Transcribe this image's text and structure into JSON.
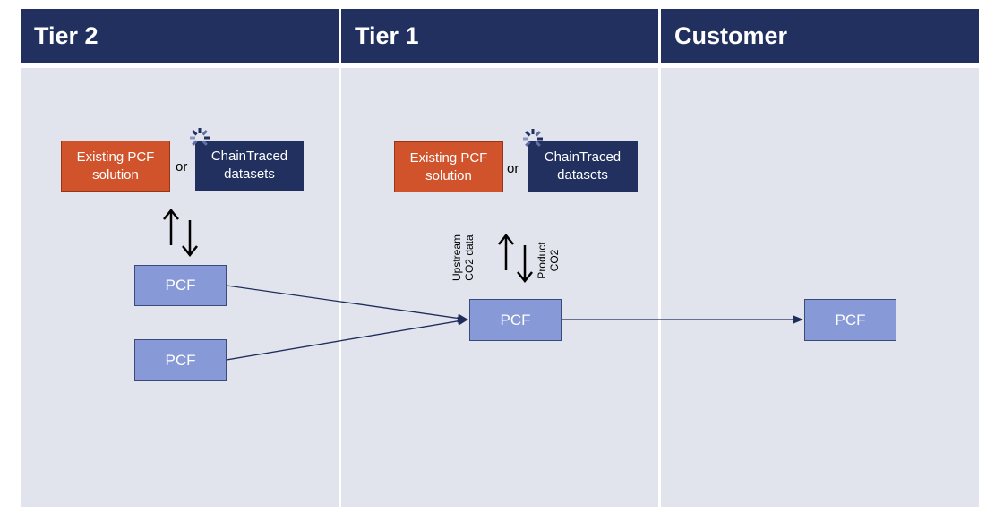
{
  "tiers": [
    {
      "title": "Tier 2"
    },
    {
      "title": "Tier 1"
    },
    {
      "title": "Customer"
    }
  ],
  "tier2": {
    "existing_label": "Existing PCF solution",
    "or_label": "or",
    "chaintraced_label": "ChainTraced datasets",
    "pcf_top": "PCF",
    "pcf_bottom": "PCF"
  },
  "tier1": {
    "existing_label": "Existing PCF solution",
    "or_label": "or",
    "chaintraced_label": "ChainTraced datasets",
    "upstream_label": "Upstream CO2 data",
    "product_label": "Product CO2",
    "pcf": "PCF"
  },
  "customer": {
    "pcf": "PCF"
  },
  "colors": {
    "header": "#21305e",
    "lane": "#e1e4ec",
    "orange": "#d0532c",
    "navy": "#21305e",
    "pcf": "#8799d6",
    "connector": "#1f2d5c"
  },
  "icons": [
    "chaintraced-logo-icon"
  ]
}
